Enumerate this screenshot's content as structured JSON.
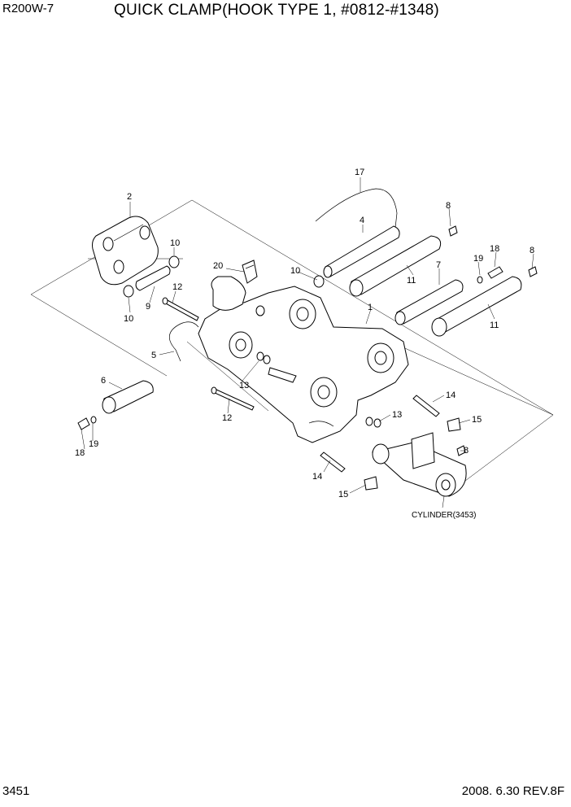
{
  "header": {
    "model": "R200W-7",
    "title": "QUICK CLAMP(HOOK TYPE 1, #0812-#1348)"
  },
  "footer": {
    "page_number": "3451",
    "revision": "2008. 6.30  REV.8F"
  },
  "callouts": {
    "c1": "1",
    "c2": "2",
    "c4": "4",
    "c5": "5",
    "c6": "6",
    "c7": "7",
    "c8a": "8",
    "c8b": "8",
    "c8c": "8",
    "c9": "9",
    "c10a": "10",
    "c10b": "10",
    "c10c": "10",
    "c11a": "11",
    "c11b": "11",
    "c12a": "12",
    "c12b": "12",
    "c13a": "13",
    "c13b": "13",
    "c14a": "14",
    "c14b": "14",
    "c15a": "15",
    "c15b": "15",
    "c17": "17",
    "c18a": "18",
    "c18b": "18",
    "c19a": "19",
    "c19b": "19",
    "c20": "20"
  },
  "reference_note": "CYLINDER(3453)"
}
